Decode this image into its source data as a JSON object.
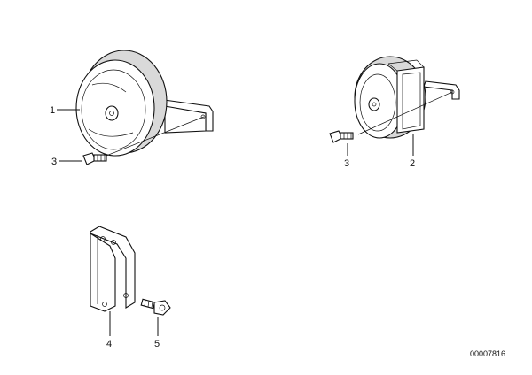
{
  "diagram": {
    "callouts": {
      "horn_1": "1",
      "bolt_left": "3",
      "bolt_right": "3",
      "horn_2": "2",
      "bracket": "4",
      "bolt_bracket": "5"
    },
    "document_number": "00007816"
  }
}
